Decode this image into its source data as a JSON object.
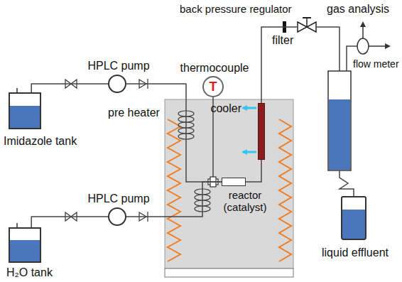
{
  "diagram": {
    "nodes": [
      {
        "text": [
          "Imidazole tank"
        ]
      },
      {
        "text": [
          "HPLC pump"
        ]
      },
      {
        "text": [
          "H₂O tank"
        ]
      },
      {
        "text": [
          "HPLC pump"
        ]
      },
      {
        "text": [
          "thermocouple",
          "T"
        ]
      },
      {
        "text": [
          "reactor (catalyst)"
        ]
      },
      {
        "text": [
          "cooler"
        ]
      },
      {
        "text": [
          "back pressure regulator"
        ]
      },
      {
        "text": [
          "liquid effluent"
        ]
      }
    ],
    "edges": [
      {
        "from": 0,
        "to": 1,
        "arrow": "none"
      },
      {
        "from": 2,
        "to": 3,
        "arrow": "none"
      },
      {
        "from": 1,
        "to": 5,
        "arrow": "none"
      },
      {
        "from": 3,
        "to": 5,
        "arrow": "none"
      },
      {
        "from": 5,
        "to": 6,
        "arrow": "none"
      },
      {
        "from": 6,
        "to": 7,
        "arrow": "none"
      }
    ],
    "labels": [
      "gas analysis",
      "filter",
      "flow meter",
      "pre heater"
    ]
  }
}
